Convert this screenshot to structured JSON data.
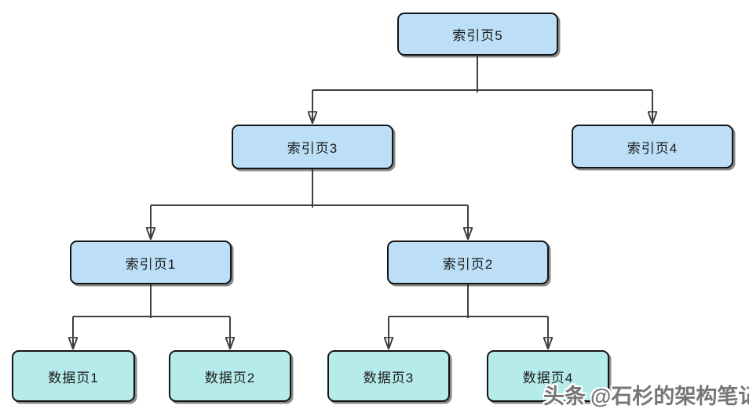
{
  "diagram": {
    "kind": "tree",
    "node_types": [
      "索引页",
      "数据页"
    ]
  },
  "nodes": {
    "index5": {
      "label": "索引页5",
      "type": "index"
    },
    "index3": {
      "label": "索引页3",
      "type": "index"
    },
    "index4": {
      "label": "索引页4",
      "type": "index"
    },
    "index1": {
      "label": "索引页1",
      "type": "index"
    },
    "index2": {
      "label": "索引页2",
      "type": "index"
    },
    "data1": {
      "label": "数据页1",
      "type": "data"
    },
    "data2": {
      "label": "数据页2",
      "type": "data"
    },
    "data3": {
      "label": "数据页3",
      "type": "data"
    },
    "data4": {
      "label": "数据页4",
      "type": "data"
    }
  },
  "edges": [
    {
      "from": "索引页5",
      "to": "索引页3"
    },
    {
      "from": "索引页5",
      "to": "索引页4"
    },
    {
      "from": "索引页3",
      "to": "索引页1"
    },
    {
      "from": "索引页3",
      "to": "索引页2"
    },
    {
      "from": "索引页1",
      "to": "数据页1"
    },
    {
      "from": "索引页1",
      "to": "数据页2"
    },
    {
      "from": "索引页2",
      "to": "数据页3"
    },
    {
      "from": "索引页2",
      "to": "数据页4"
    }
  ],
  "watermark": {
    "brand": "头条",
    "handle": "@石杉的架构笔记"
  },
  "colors": {
    "index_page_fill": "#BCDFF7",
    "data_page_fill": "#B5EBEA",
    "node_border": "#141414",
    "connector": "#3F3F3F",
    "watermark_text": "#767676",
    "background": "#FFFFFF"
  }
}
